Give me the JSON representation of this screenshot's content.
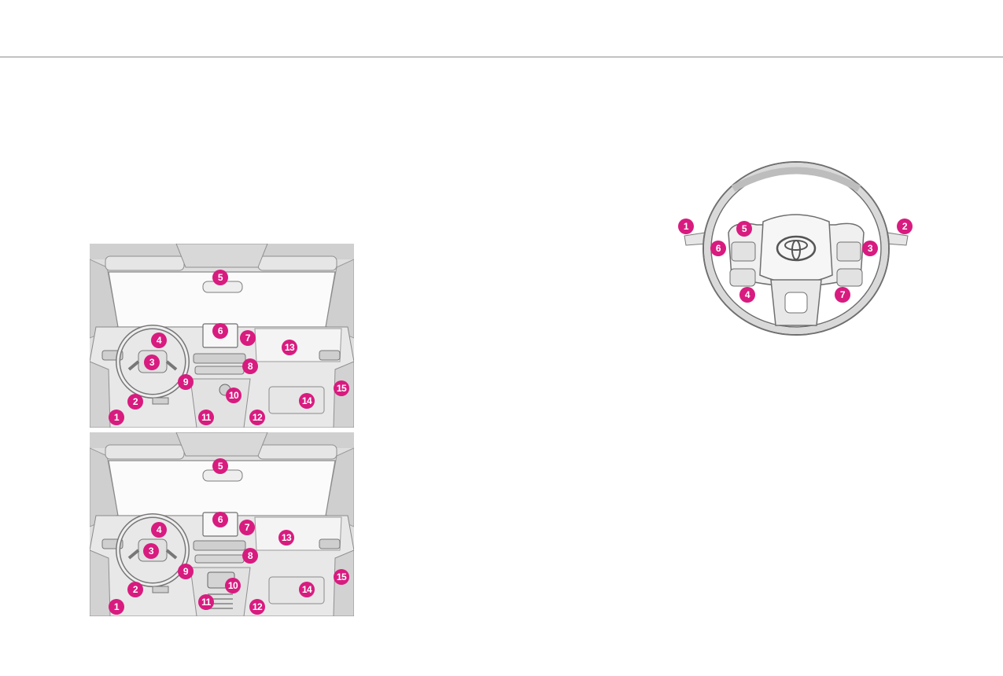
{
  "page": {
    "rule_color": "#8c8c8c",
    "accent_color": "#d81b7f"
  },
  "dashboard_top": {
    "markers": [
      "1",
      "2",
      "3",
      "4",
      "5",
      "6",
      "7",
      "8",
      "9",
      "10",
      "11",
      "12",
      "13",
      "14",
      "15"
    ]
  },
  "dashboard_bottom": {
    "markers": [
      "1",
      "2",
      "3",
      "4",
      "5",
      "6",
      "7",
      "8",
      "9",
      "10",
      "11",
      "12",
      "13",
      "14",
      "15"
    ]
  },
  "steering_wheel": {
    "markers": [
      "1",
      "2",
      "3",
      "4",
      "5",
      "6",
      "7"
    ],
    "logo_icon": "toyota-logo-icon"
  }
}
